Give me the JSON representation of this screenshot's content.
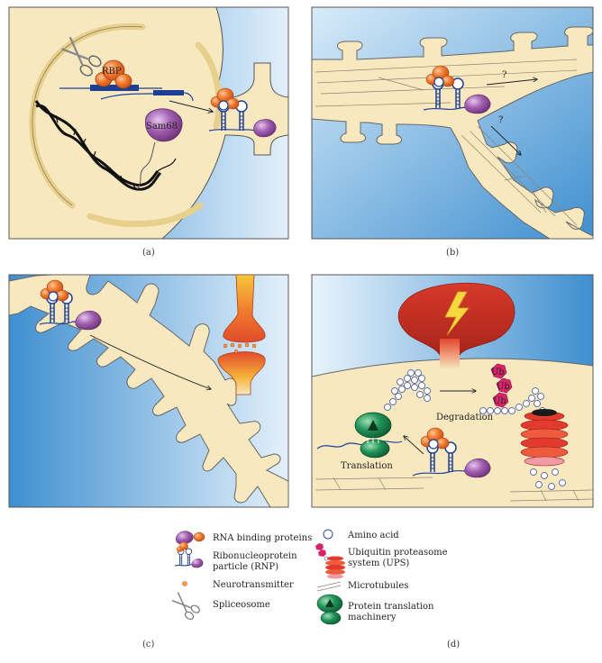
{
  "panels": {
    "a": {
      "label": "(a)",
      "rbp_label": "RBP",
      "sam68_label": "Sam68"
    },
    "b": {
      "label": "(b)",
      "question_1": "?",
      "question_2": "?"
    },
    "c": {
      "label": "(c)"
    },
    "d": {
      "label": "(d)",
      "ub_1": "Ub",
      "ub_2": "Ub",
      "ub_3": "Ub",
      "degradation": "Degradation",
      "translation": "Translation"
    }
  },
  "legend": {
    "rna_binding_proteins": "RNA binding proteins",
    "rnp_line1": "Ribonucleoprotein",
    "rnp_line2": "particle (RNP)",
    "neurotransmitter": "Neurotransmitter",
    "spliceosome": "Spliceosome",
    "amino_acid": "Amino acid",
    "ups_line1": "Ubiquitin proteasome",
    "ups_line2": "system (UPS)",
    "microtubules": "Microtubules",
    "ptm_line1": "Protein translation",
    "ptm_line2": "machinery"
  },
  "colors": {
    "cytoplasm": "#f7e8c0",
    "blue_bg": "#5aa6d8",
    "rbp_orange": "#ef7a2c",
    "sam68_purple": "#9b59a6",
    "mrna_blue": "#1c3f94",
    "ub_pink": "#d9246c",
    "proteasome_red": "#e23a2c",
    "translation_green": "#1f8a48"
  }
}
